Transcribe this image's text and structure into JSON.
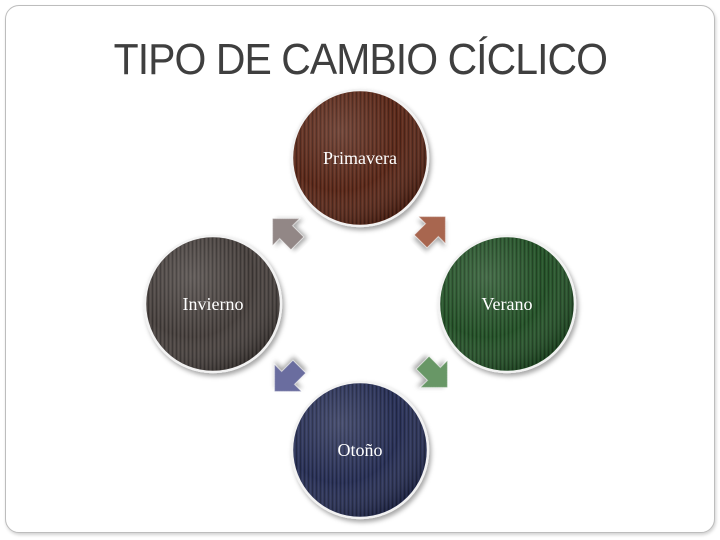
{
  "title": "TIPO DE CAMBIO CÍCLICO",
  "diagram": {
    "nodes": [
      {
        "id": "primavera",
        "label": "Primavera",
        "color": "#5a2819"
      },
      {
        "id": "verano",
        "label": "Verano",
        "color": "#245126"
      },
      {
        "id": "otono",
        "label": "Otoño",
        "color": "#282f55"
      },
      {
        "id": "invierno",
        "label": "Invierno",
        "color": "#46403e"
      }
    ],
    "arrows": [
      {
        "from": "primavera",
        "to": "verano",
        "color": "#a86650"
      },
      {
        "from": "verano",
        "to": "otono",
        "color": "#679766"
      },
      {
        "from": "otono",
        "to": "invierno",
        "color": "#6a6d9f"
      },
      {
        "from": "invierno",
        "to": "primavera",
        "color": "#928786"
      }
    ]
  }
}
